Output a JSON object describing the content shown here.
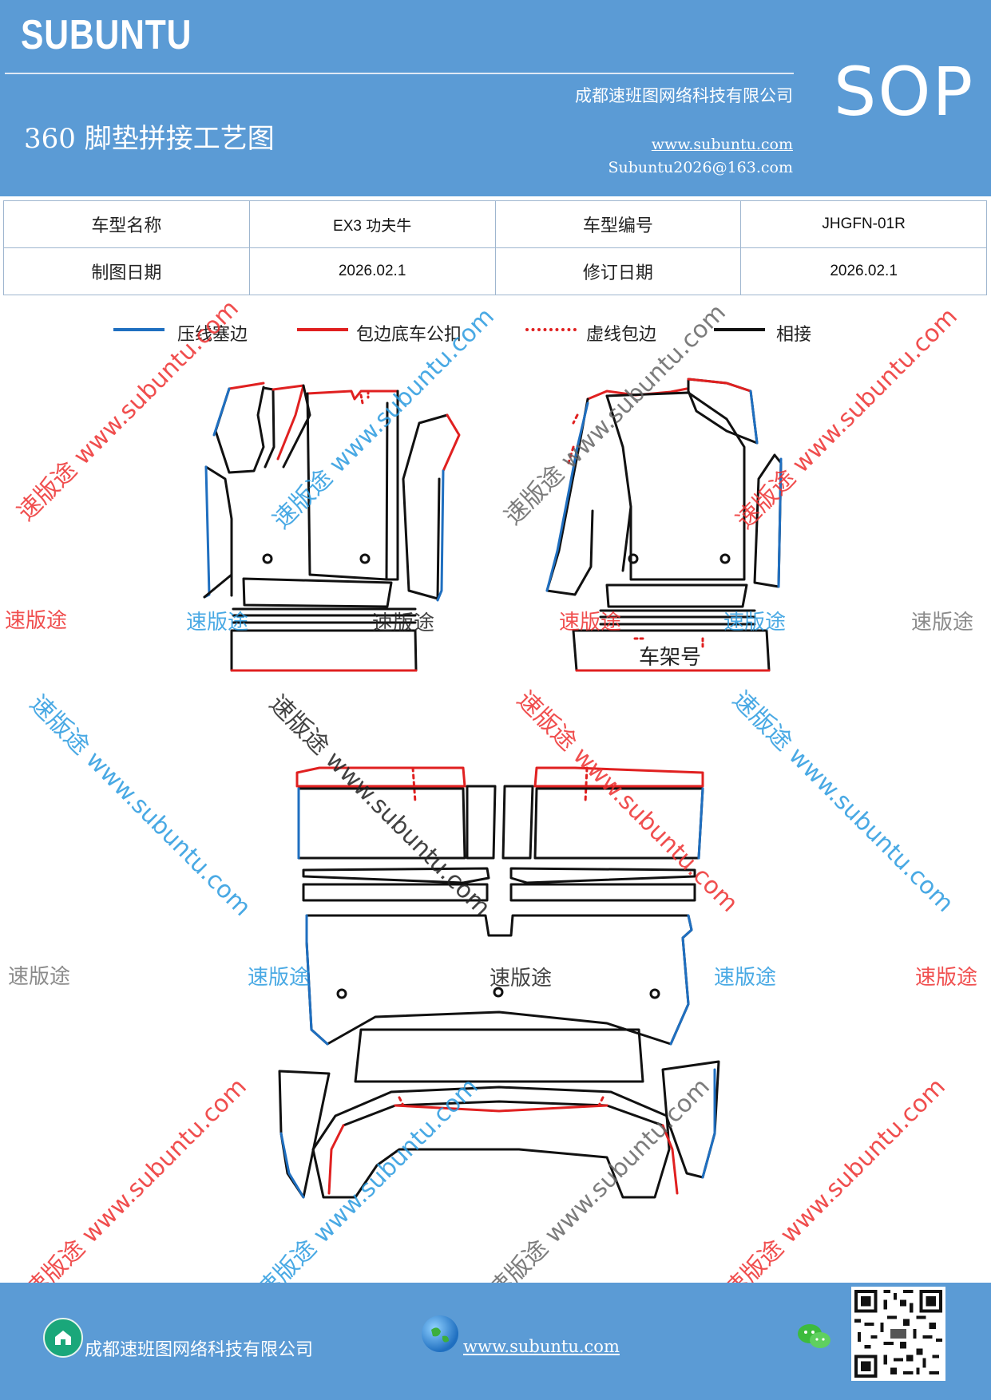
{
  "header": {
    "brand": "SUBUNTU",
    "company": "成都速班图网络科技有限公司",
    "badge": "SOP",
    "title": "360 脚垫拼接工艺图",
    "website": "www.subuntu.com",
    "email": "Subuntu2026@163.com"
  },
  "info_table": {
    "model_name_label": "车型名称",
    "model_name_value": "EX3  功夫牛",
    "model_code_label": "车型编号",
    "model_code_value": "JHGFN-01R",
    "draw_date_label": "制图日期",
    "draw_date_value": "2026.02.1",
    "revise_date_label": "修订日期",
    "revise_date_value": "2026.02.1"
  },
  "legend": [
    {
      "label": "压线塞边",
      "color": "#1f6fc0",
      "style": "solid"
    },
    {
      "label": "包边底车公扣",
      "color": "#e02020",
      "style": "solid"
    },
    {
      "label": "虚线包边",
      "color": "#e02020",
      "style": "dotted"
    },
    {
      "label": "相接",
      "color": "#111111",
      "style": "solid"
    }
  ],
  "diagram": {
    "frame_label": "车架号"
  },
  "watermarks": {
    "short": "速版途",
    "long": "速版途 www.subuntu.com"
  },
  "footer": {
    "company": "成都速班图网络科技有限公司",
    "website": "www.subuntu.com"
  },
  "colors": {
    "header_bg": "#5b9bd5",
    "blue_line": "#1f6fc0",
    "red_line": "#e02020",
    "wm_red": "#ee3030",
    "wm_blue": "#2a9be0",
    "wm_gray": "#777777"
  }
}
